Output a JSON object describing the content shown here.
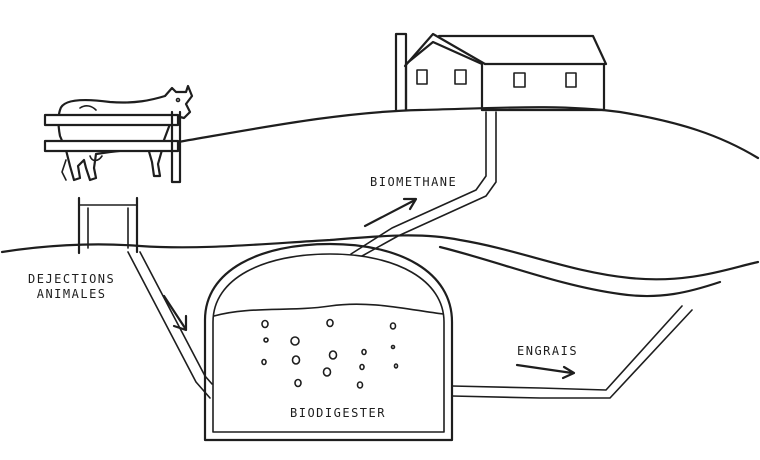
{
  "labels": {
    "biomethane": "BIOMETHANE",
    "dejections_line1": "DEJECTIONS",
    "dejections_line2": "ANIMALES",
    "engrais": "ENGRAIS",
    "biodigester": "BIODIGESTER"
  },
  "colors": {
    "ink": "#1e1e1e",
    "background": "#ffffff"
  },
  "icons": [
    "cow-icon",
    "fence-icon",
    "farmhouse-icon",
    "flow-arrow-icon"
  ]
}
